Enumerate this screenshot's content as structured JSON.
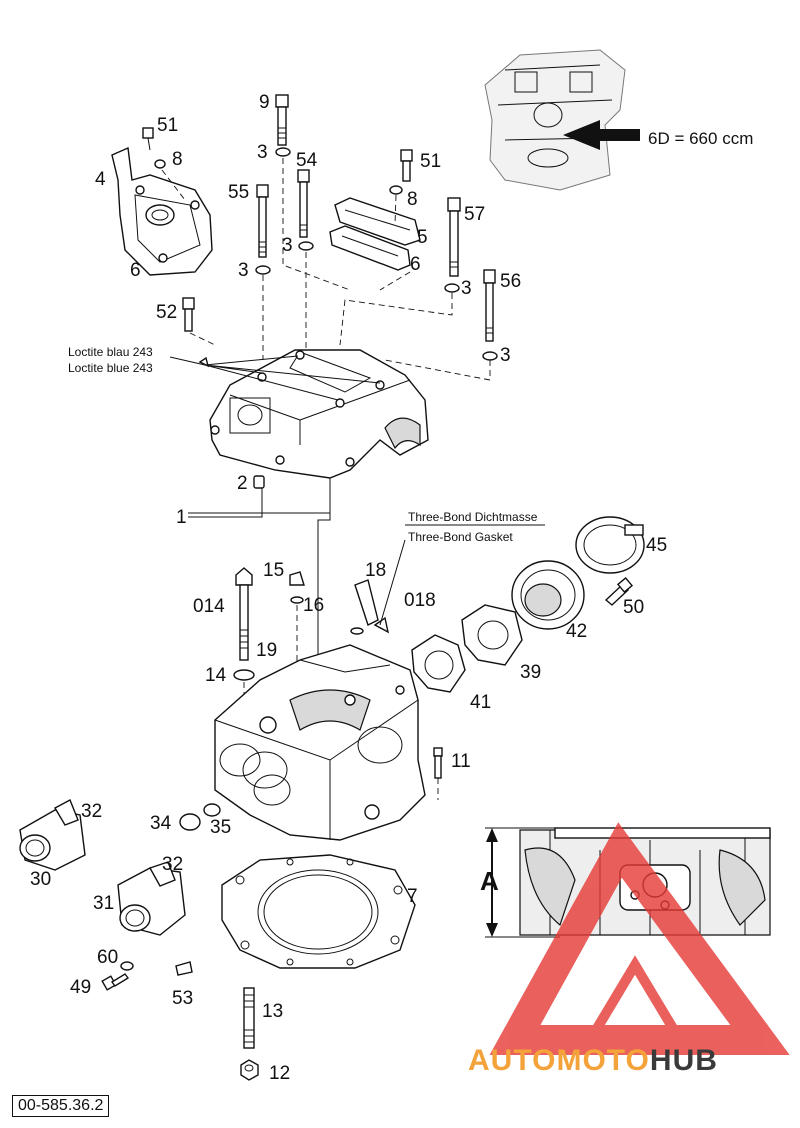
{
  "labels": {
    "p9": "9",
    "p3a": "3",
    "p54": "54",
    "p55": "55",
    "p3b": "3",
    "p3c": "3",
    "p51a": "51",
    "p8a": "8",
    "p4": "4",
    "p6a": "6",
    "p51b": "51",
    "p8b": "8",
    "p5": "5",
    "p6b": "6",
    "p57": "57",
    "p3d": "3",
    "p56": "56",
    "p3e": "3",
    "p52": "52",
    "p2": "2",
    "p1": "1",
    "p15": "15",
    "p16": "16",
    "p014": "014",
    "p19": "19",
    "p14": "14",
    "p18": "18",
    "p018": "018",
    "p45": "45",
    "p50": "50",
    "p42": "42",
    "p39": "39",
    "p41": "41",
    "p11": "11",
    "p32a": "32",
    "p30": "30",
    "p34": "34",
    "p35": "35",
    "p32b": "32",
    "p31": "31",
    "p60": "60",
    "p49": "49",
    "p53": "53",
    "p7": "7",
    "p13": "13",
    "p12": "12"
  },
  "notes": {
    "loctite_de": "Loctite blau 243",
    "loctite_en": "Loctite blue 243",
    "threebond_de": "Three-Bond Dichtmasse",
    "threebond_en": "Three-Bond Gasket",
    "engine_callout": "6D = 660 ccm",
    "dimension": "A"
  },
  "footer": {
    "drawing_code": "00-585.36.2",
    "brand_part1": "AUTOMOTO",
    "brand_part2": "HUB"
  },
  "colors": {
    "watermark": "#e53935",
    "brand_orange": "#f4a23a",
    "brand_dark": "#3a3a3a"
  }
}
